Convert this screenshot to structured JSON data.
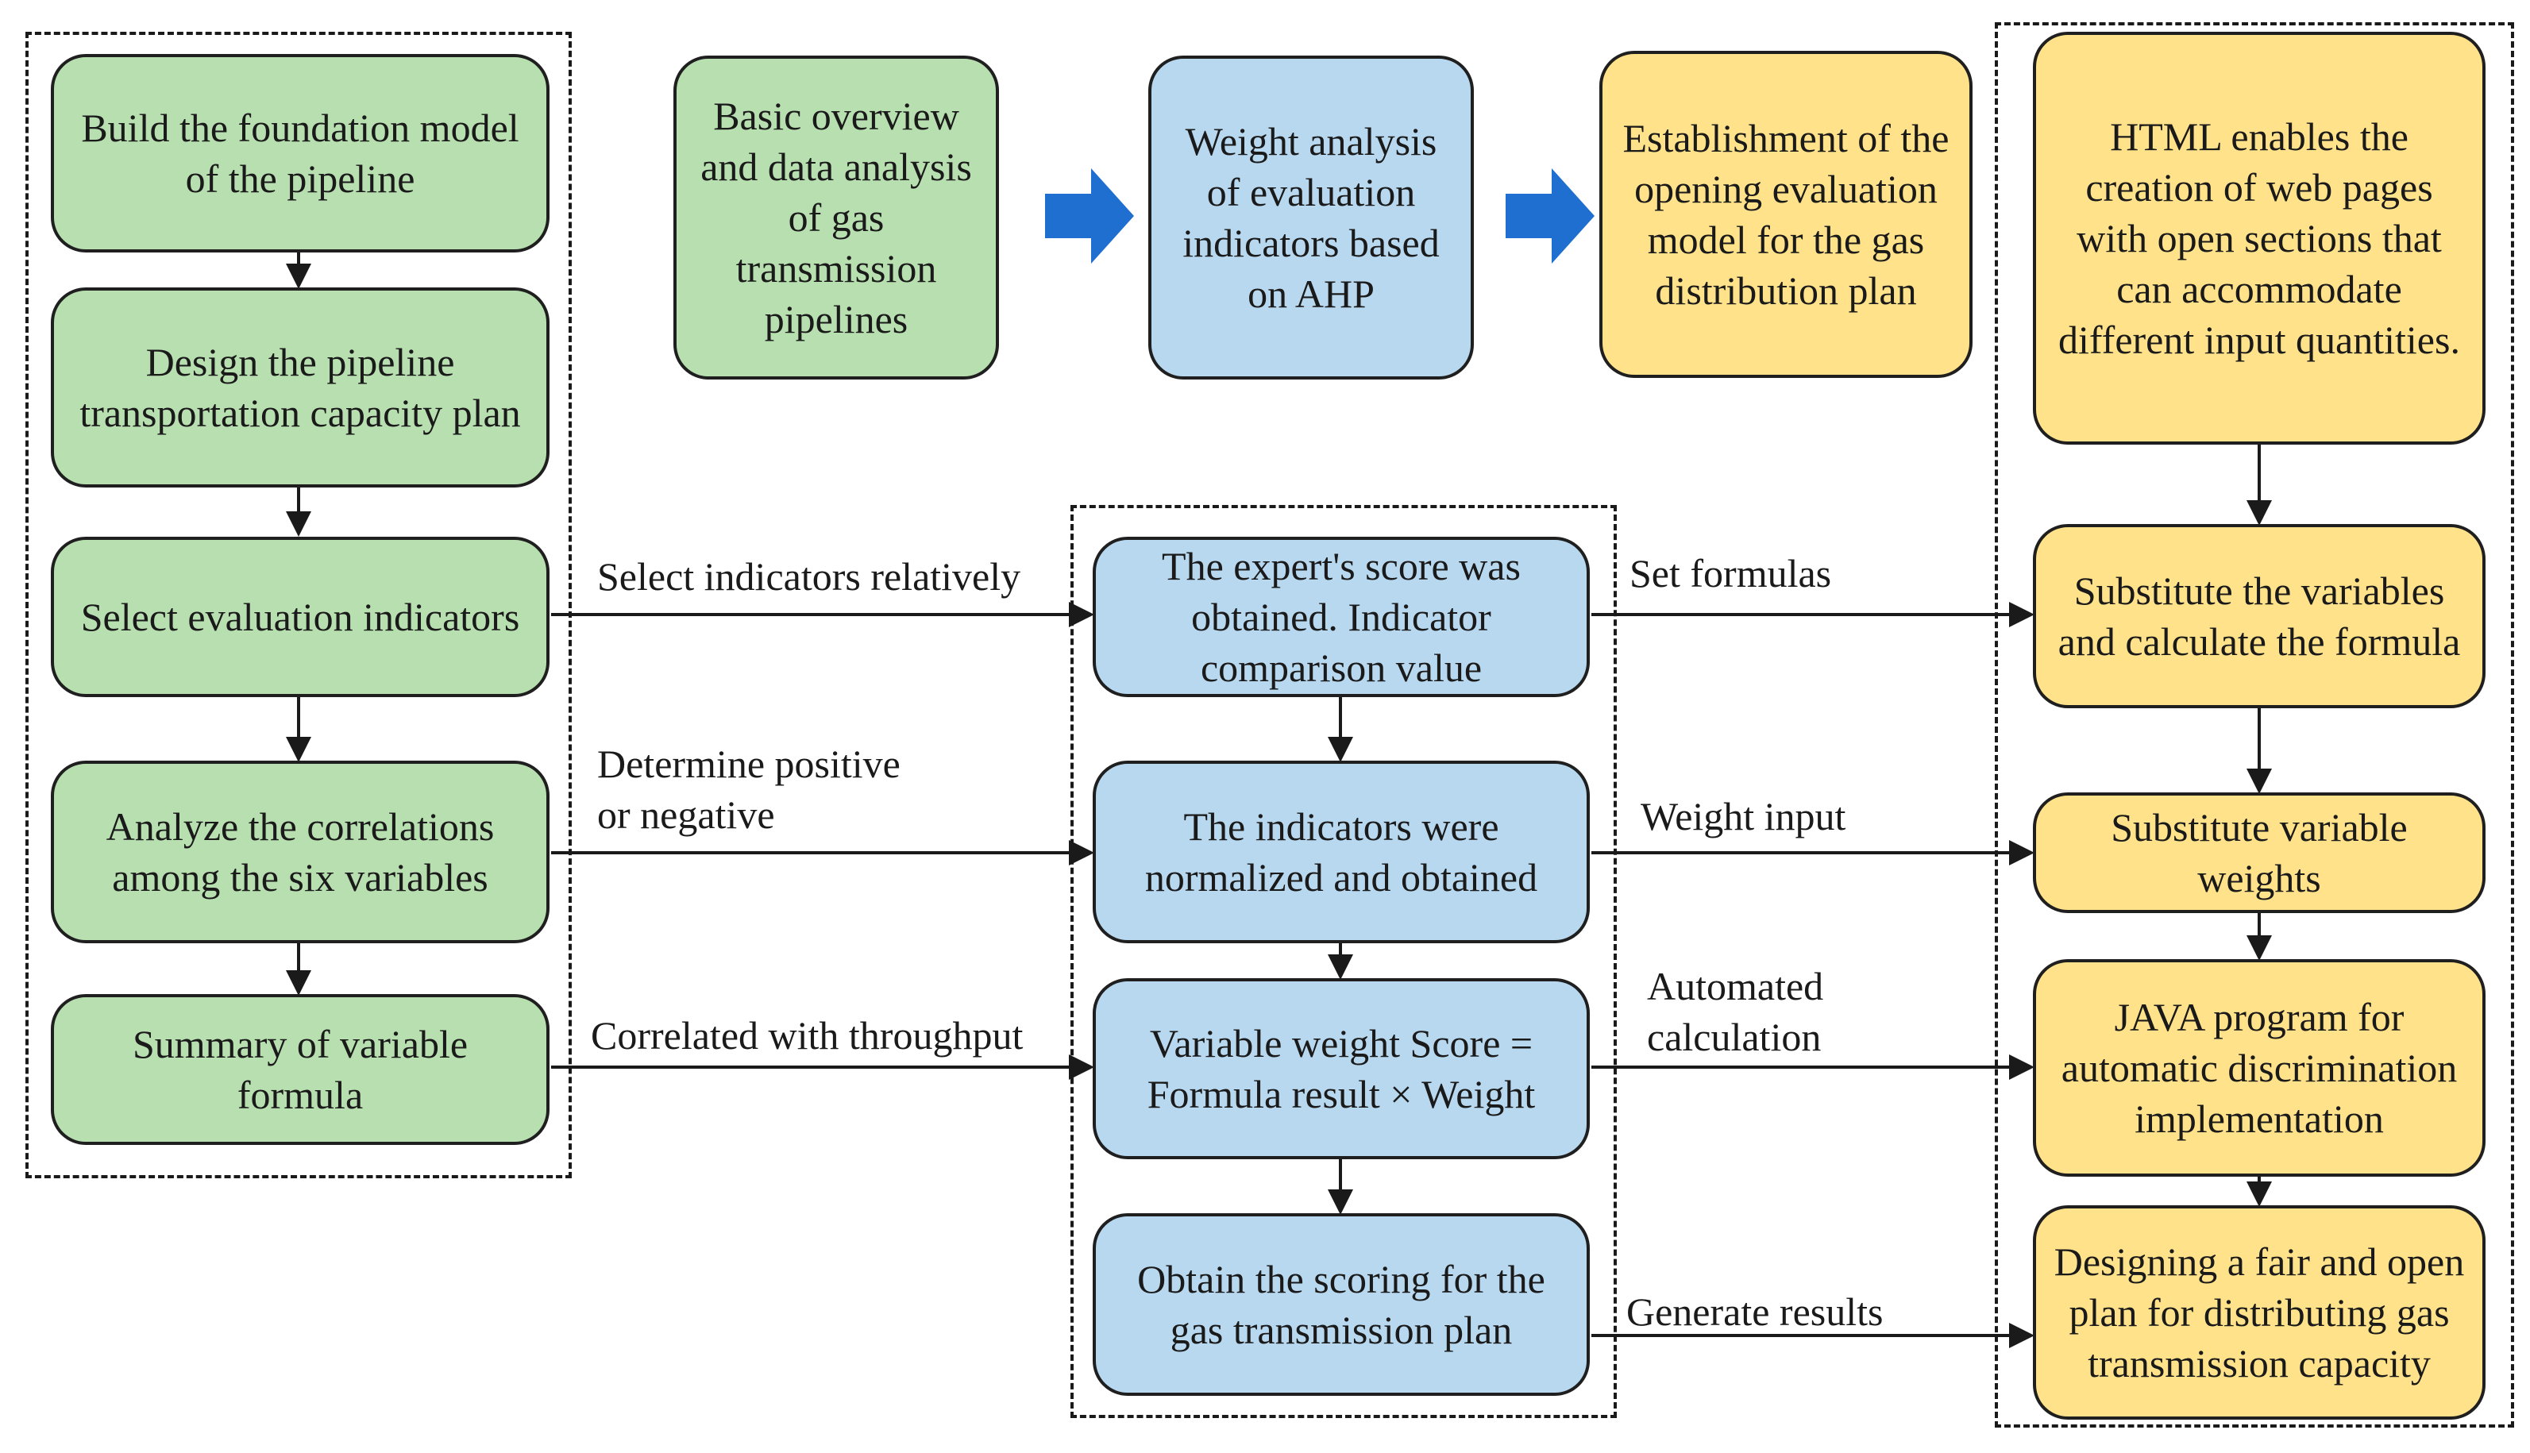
{
  "top_row": {
    "overview": "Basic overview and data analysis of gas transmission pipelines",
    "weight_analysis": "Weight analysis of evaluation indicators based on AHP",
    "establishment": "Establishment of the opening evaluation model for the gas distribution plan"
  },
  "left_column": {
    "build_model": "Build the foundation model of the pipeline",
    "design_plan": "Design the pipeline transportation capacity plan",
    "select_indicators": "Select evaluation indicators",
    "analyze_correlations": "Analyze the correlations among the six variables",
    "summary_formula": "Summary of variable formula"
  },
  "middle_column": {
    "expert_score": "The expert's score was obtained. Indicator comparison value",
    "normalized": "The indicators were normalized and obtained",
    "variable_weight": "Variable weight Score = Formula result × Weight",
    "obtain_scoring": "Obtain the scoring for the gas transmission plan"
  },
  "right_column": {
    "html_enables": "HTML enables the creation of web pages with open sections that can accommodate different input quantities.",
    "substitute_calculate": "Substitute the variables and calculate the formula",
    "substitute_weights": "Substitute variable weights",
    "java_program": "JAVA program for automatic discrimination implementation",
    "designing_plan": "Designing a fair and open plan for distributing gas transmission capacity"
  },
  "edge_labels": {
    "select_relatively": "Select indicators relatively",
    "determine_line1": "Determine positive",
    "determine_line2": "or negative",
    "correlated": "Correlated with throughput",
    "set_formulas": "Set formulas",
    "weight_input": "Weight input",
    "automated_line1": "Automated",
    "automated_line2": "calculation",
    "generate_results": "Generate results"
  },
  "colors": {
    "green": "#b8dfb0",
    "blue": "#b8d8ef",
    "yellow": "#ffe28a",
    "flow_arrow": "#1f6fd1"
  }
}
